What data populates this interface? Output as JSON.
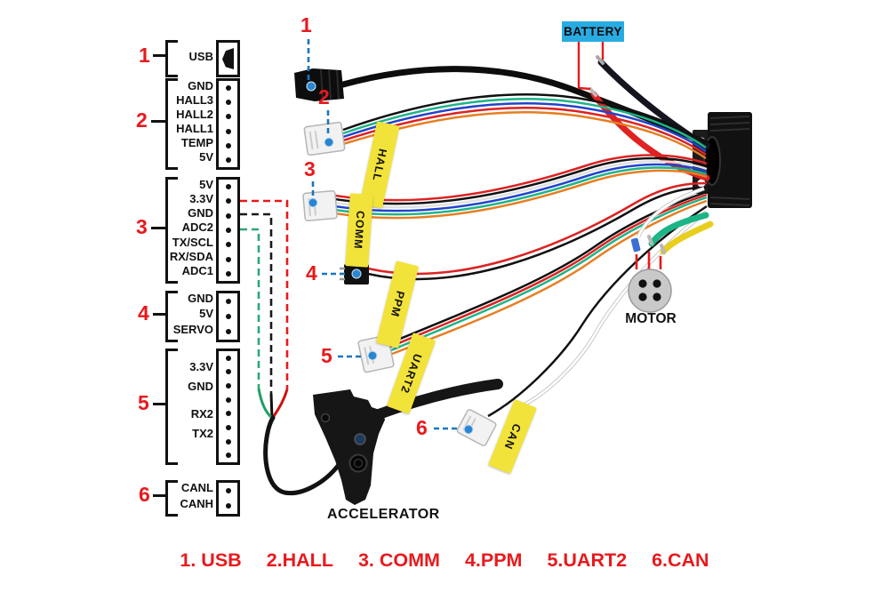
{
  "battery_label": "BATTERY",
  "motor_label": "MOTOR",
  "accelerator_label": "ACCELERATOR",
  "wire_tags": [
    "HALL",
    "COMM",
    "PPM",
    "UART2",
    "CAN"
  ],
  "callouts": [
    "1",
    "2",
    "3",
    "4",
    "5",
    "6"
  ],
  "connectors": [
    {
      "number": "1",
      "labels": [
        "USB"
      ]
    },
    {
      "number": "2",
      "labels": [
        "GND",
        "HALL3",
        "HALL2",
        "HALL1",
        "TEMP",
        "5V"
      ]
    },
    {
      "number": "3",
      "labels": [
        "5V",
        "3.3V",
        "GND",
        "ADC2",
        "TX/SCL",
        "RX/SDA",
        "ADC1"
      ]
    },
    {
      "number": "4",
      "labels": [
        "GND",
        "5V",
        "SERVO"
      ]
    },
    {
      "number": "5",
      "labels": [
        "",
        "3.3V",
        "GND",
        "",
        "RX2",
        "TX2",
        "",
        ""
      ]
    },
    {
      "number": "6",
      "labels": [
        "CANL",
        "CANH"
      ]
    }
  ],
  "legend": [
    "1. USB",
    "2.HALL",
    "3. COMM",
    "4.PPM",
    "5.UART2",
    "6.CAN"
  ],
  "colors": {
    "accent_red": "#e8191c",
    "callout_blue": "#2a86d1",
    "battery_bg": "#29abe2",
    "tag_yellow": "#f2e33b",
    "wire_teal": "#1db587",
    "wire_orange": "#e67e22",
    "wire_blue": "#2244cc",
    "wire_yellow": "#e8cf1e"
  }
}
